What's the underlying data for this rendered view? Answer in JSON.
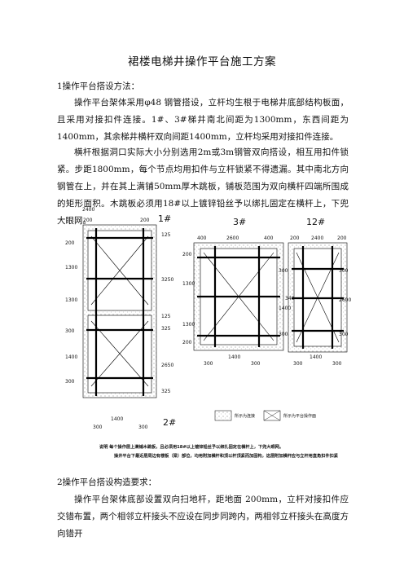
{
  "title": "裙楼电梯井操作平台施工方案",
  "section1": {
    "heading": "1操作平台搭设方法：",
    "para1": "操作平台架体采用φ48 钢管搭设，立杆均生根于电梯井底部结构板面，且采用对接扣件连接。1#、3#梯井南北间距为1300mm，东西间距为1400mm，其余梯井横杆双向间距1400mm，立杆均采用对接扣件连接。",
    "para2": "横杆根据洞口实际大小分别选用2m或3m钢管双向搭设，相互用扣件锁紧。步距1800mm，每个节点均用扣件与立杆锁紧不得遗漏。其中南北方向钢管在上，并在其上满铺50mm厚木跳板，铺板范围为双向横杆四端所围成的矩形面积。木跳板必须用18#以上镀锌铅丝予以绑扎固定在横杆上，下兜大眼网。"
  },
  "figure": {
    "labels": {
      "w1": "1#",
      "w2": "2#",
      "w3": "3#",
      "w12": "12#"
    },
    "dims_1": {
      "top": "2400",
      "tl": "200",
      "tr": "200",
      "l1": "200",
      "l2": "1300",
      "l3": "1300",
      "l4": "300",
      "l5": "1400",
      "l6": "300",
      "r1": "125",
      "r2": "3250",
      "r3": "125",
      "r4": "325",
      "r5": "2650",
      "r6": "325",
      "bl": "300",
      "bm": "1400",
      "br": "300"
    },
    "dims_3": {
      "t1": "400",
      "t2": "2600",
      "t3": "400",
      "l1": "200",
      "l2": "1300",
      "l3": "1300",
      "l4": "200",
      "r": "3400",
      "b1": "300",
      "b2": "1400",
      "b3": "300"
    },
    "dims_12": {
      "t1": "200",
      "t2": "2400",
      "t3": "200",
      "l1": "300",
      "l2": "1400",
      "l3": "300",
      "r1": "300",
      "r2": "2600",
      "r3": "300",
      "b1": "300",
      "b2": "1400",
      "b3": "300"
    },
    "legend": {
      "left": "所示为连接",
      "right": "所示为平台操作面"
    },
    "note1": "说明  每个操作层上满铺木跳板，且必须用18#以上镀锌铅丝予以绑扎固定在横杆上，下兜大眼网。",
    "note2": "操井平台下最近层周边有楼板（梁）部位，均用附加横杆和顶以杆顶紧而加固构，这层附加横杆应与立杆用直角扣件扣紧"
  },
  "section2": {
    "heading": "2操作平台搭设构造要求：",
    "para1": "操作平台架体底部设置双向扫地杆，距地面  200mm，立杆对接扣件应交错布置，两个相邻立杆接头不应设在同步同跨内，两相邻立杆接头在高度方向错开"
  }
}
